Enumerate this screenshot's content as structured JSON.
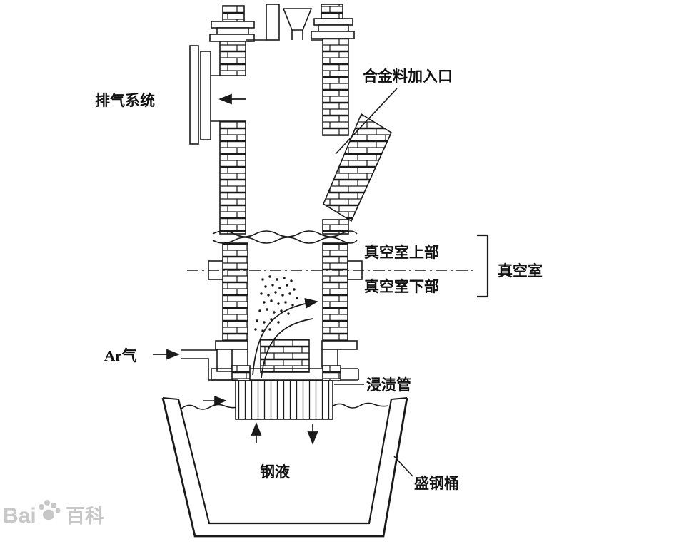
{
  "diagram": {
    "labels": {
      "exhaust_system": "排气系统",
      "alloy_inlet": "合金料加入口",
      "vacuum_chamber_upper": "真空室上部",
      "vacuum_chamber_lower": "真空室下部",
      "vacuum_chamber": "真空室",
      "ar_gas": "Ar气",
      "immersion_tube": "浸渍管",
      "molten_steel": "钢液",
      "ladle": "盛钢桶"
    },
    "watermark": {
      "prefix": "Bai",
      "suffix": "百科"
    },
    "colors": {
      "line": "#1a1a1a",
      "background": "#ffffff",
      "watermark": "#c8c8c8"
    }
  }
}
